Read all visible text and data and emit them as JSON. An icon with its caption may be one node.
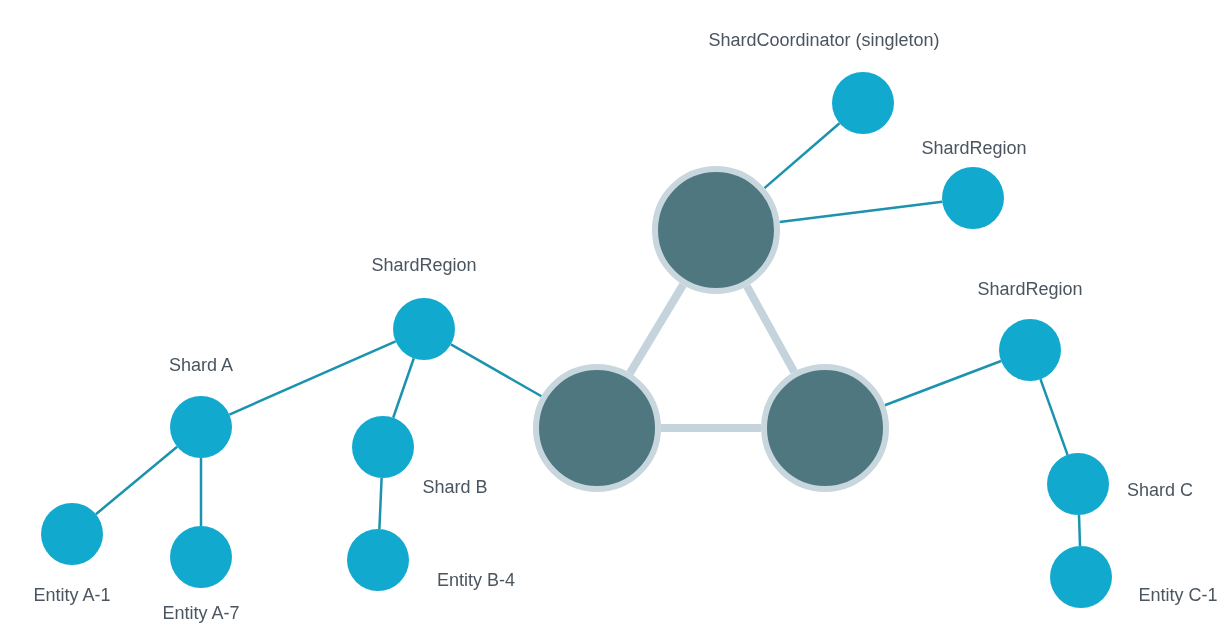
{
  "diagram": {
    "nodes": [
      {
        "text": [
          "ShardCoordinator (singleton)"
        ]
      },
      {
        "text": [
          "ShardRegion"
        ]
      },
      {
        "text": [],
        "shape": "circle"
      },
      {
        "text": [
          "ShardRegion"
        ]
      },
      {
        "text": [
          "Shard A"
        ]
      },
      {
        "text": [
          "Shard B"
        ]
      },
      {
        "text": [],
        "shape": "circle"
      },
      {
        "text": [],
        "shape": "circle"
      },
      {
        "text": [
          "ShardRegion"
        ]
      },
      {
        "text": [
          "Shard C"
        ]
      },
      {
        "text": [
          "Entity A-1"
        ]
      },
      {
        "text": [
          "Entity A-7"
        ]
      },
      {
        "text": [
          "Entity B-4"
        ]
      },
      {
        "text": [
          "Entity C-1"
        ]
      }
    ],
    "edges": [
      {
        "from": 0,
        "to": 2,
        "arrow": "none"
      },
      {
        "from": 1,
        "to": 2,
        "arrow": "none"
      },
      {
        "from": 2,
        "to": 6,
        "arrow": "none",
        "style": "thick",
        "color": "#c5d3dc"
      },
      {
        "from": 2,
        "to": 7,
        "arrow": "none",
        "style": "thick",
        "color": "#c5d3dc"
      },
      {
        "from": 6,
        "to": 7,
        "arrow": "none",
        "style": "thick",
        "color": "#c5d3dc"
      },
      {
        "from": 3,
        "to": 6,
        "arrow": "none"
      },
      {
        "from": 3,
        "to": 4,
        "arrow": "none"
      },
      {
        "from": 3,
        "to": 5,
        "arrow": "none"
      },
      {
        "from": 4,
        "to": 10,
        "arrow": "none"
      },
      {
        "from": 4,
        "to": 11,
        "arrow": "none"
      },
      {
        "from": 5,
        "to": 12,
        "arrow": "none"
      },
      {
        "from": 7,
        "to": 8,
        "arrow": "none"
      },
      {
        "from": 8,
        "to": 9,
        "arrow": "none"
      },
      {
        "from": 9,
        "to": 13,
        "arrow": "none"
      }
    ]
  }
}
